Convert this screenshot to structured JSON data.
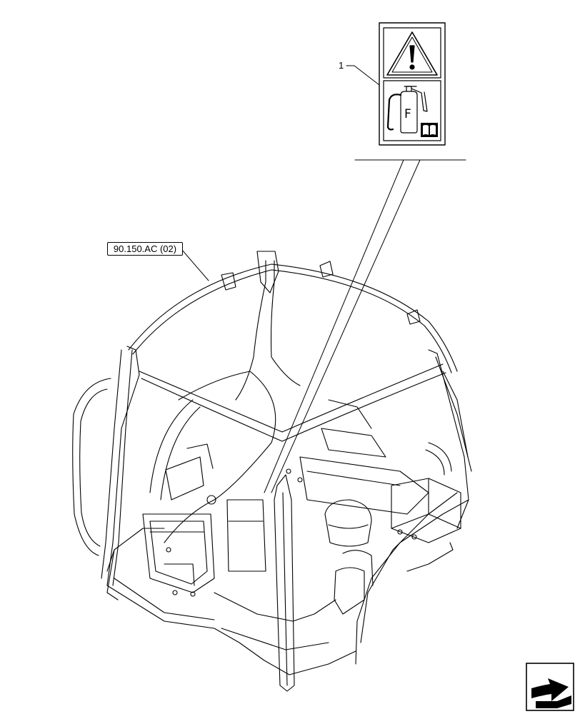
{
  "callout": {
    "item_number": "1"
  },
  "reference": {
    "label": "90.150.AC (02)"
  },
  "decal": {
    "extinguisher_letter": "F",
    "icons": [
      "warning-triangle-icon",
      "fire-extinguisher-icon",
      "manual-book-icon"
    ]
  },
  "navigation": {
    "icon": "next-page-arrow-icon"
  }
}
